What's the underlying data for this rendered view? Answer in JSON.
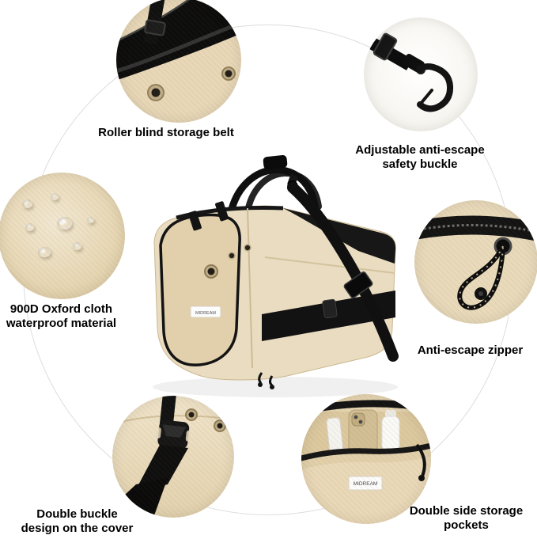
{
  "brand": "MIDREAM",
  "callouts": {
    "roller_blind": {
      "label": "Roller blind storage belt"
    },
    "safety_buckle": {
      "line1": "Adjustable anti-escape",
      "line2": "safety buckle"
    },
    "waterproof": {
      "line1": "900D Oxford cloth",
      "line2": "waterproof material"
    },
    "zipper": {
      "label": "Anti-escape zipper"
    },
    "double_buckle": {
      "line1": "Double buckle",
      "line2": "design on the cover"
    },
    "pockets": {
      "line1": "Double side storage",
      "line2": "pockets"
    }
  },
  "colors": {
    "fabric_beige": "#e9dcc1",
    "fabric_beige_dark": "#e0cfa9",
    "strap_black": "#141414",
    "ring_gray": "#dddddd",
    "text": "#000000",
    "background": "#ffffff"
  }
}
